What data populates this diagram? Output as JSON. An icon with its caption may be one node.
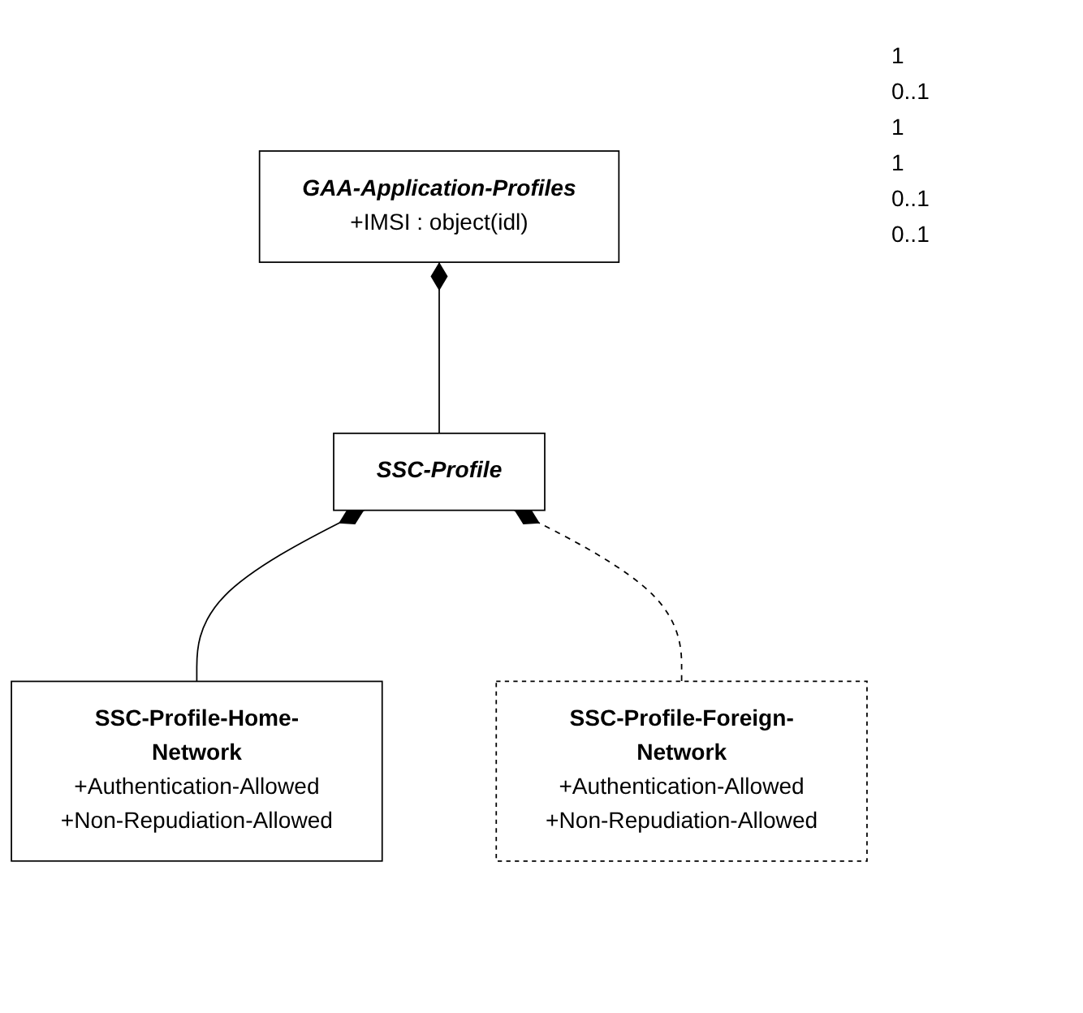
{
  "diagram": {
    "nodes": [
      {
        "text": [
          "GAA-Application-Profiles",
          "+IMSI : object(idl)"
        ]
      },
      {
        "text": [
          "SSC-Profile"
        ]
      },
      {
        "text": [
          "SSC-Profile-Home-Network",
          "+Authentication-Allowed",
          "+Non-Repudiation-Allowed"
        ]
      },
      {
        "text": [
          "SSC-Profile-Foreign-Network",
          "+Authentication-Allowed",
          "+Non-Repudiation-Allowed"
        ]
      }
    ],
    "edges": [
      {
        "from": 0,
        "to": 1,
        "arrow": "other"
      },
      {
        "from": 1,
        "to": 2,
        "arrow": "other"
      },
      {
        "from": 1,
        "to": 3,
        "arrow": "other",
        "style": "dashed"
      }
    ],
    "labels": [
      "1",
      "0..1",
      "1",
      "1",
      "0..1",
      "0..1"
    ]
  }
}
